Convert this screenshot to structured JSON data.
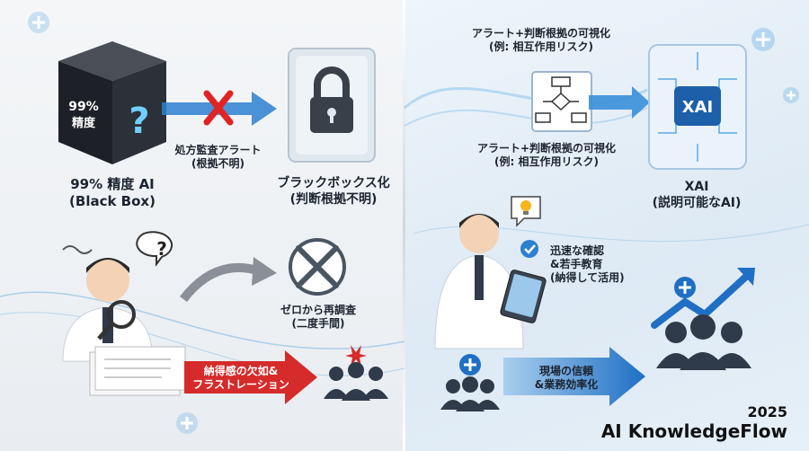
{
  "left": {
    "ai_box": {
      "cube_line1": "99%",
      "cube_line2": "精度",
      "label_line1": "99% 精度 AI",
      "label_line2": "(Black Box)"
    },
    "alert": {
      "line1": "処方監査アラート",
      "line2": "(根拠不明)"
    },
    "blackbox": {
      "line1": "ブラックボックス化",
      "line2": "(判断根拠不明)"
    },
    "reinvestigate": {
      "line1": "ゼロから再調査",
      "line2": "(二度手間)"
    },
    "frustration": {
      "line1": "納得感の欠如&",
      "line2": "フラストレーション"
    }
  },
  "right": {
    "top_caption": {
      "line1": "アラート+判断根拠の可視化",
      "line2": "(例: 相互作用リスク)"
    },
    "mid_caption": {
      "line1": "アラート+判断根拠の可視化",
      "line2": "(例: 相互作用リスク)"
    },
    "xai": {
      "chip": "XAI",
      "line1": "XAI",
      "line2": "(説明可能なAI)"
    },
    "confirm": {
      "line1": "迅速な確認",
      "line2": "&若手教育",
      "line3": "(納得して活用)"
    },
    "trust": {
      "line1": "現場の信頼",
      "line2": "&業務効率化"
    }
  },
  "brand": {
    "year": "2025",
    "name": "AI KnowledgeFlow"
  },
  "colors": {
    "blue": "#1f6fc4",
    "red": "#d62b2b",
    "dark": "#1c2430"
  }
}
